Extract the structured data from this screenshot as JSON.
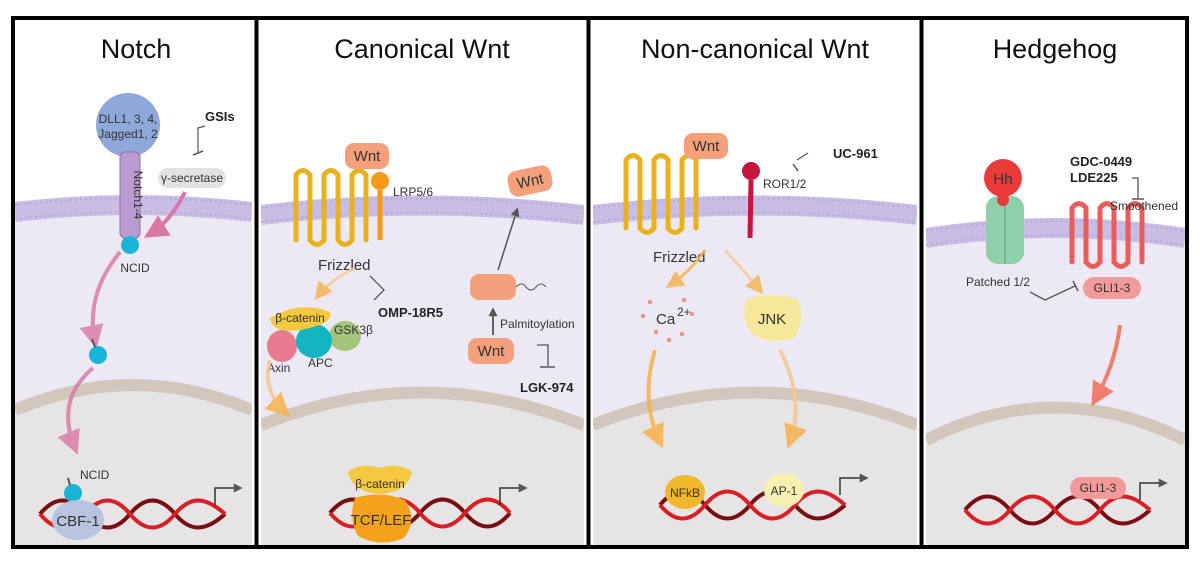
{
  "panels": [
    {
      "title": "Notch"
    },
    {
      "title": "Canonical Wnt"
    },
    {
      "title": "Non-canonical Wnt"
    },
    {
      "title": "Hedgehog"
    }
  ],
  "notch": {
    "ligand_line1": "DLL1, 3, 4,",
    "ligand_line2": "Jagged1, 2",
    "inhibitor": "GSIs",
    "receptor": "Notch1-4",
    "enzyme": "γ-secretase",
    "nicd_membrane": "NCID",
    "nicd_nucleus": "NCID",
    "tf": "CBF-1"
  },
  "canonical_wnt": {
    "wnt_ligand": "Wnt",
    "coreceptor": "LRP5/6",
    "receptor": "Frizzled",
    "inhibitor_receptor": "OMP-18R5",
    "beta_catenin": "β-catenin",
    "gsk3b": "GSK3β",
    "axin": "Axin",
    "apc": "APC",
    "wnt_secreted": "Wnt",
    "wnt_inner": "Wnt",
    "palmitoylation": "Palmitoylation",
    "inhibitor_porcn": "LGK-974",
    "beta_catenin_nucleus": "β-catenin",
    "tf": "TCF/LEF"
  },
  "noncanonical_wnt": {
    "wnt_ligand": "Wnt",
    "receptor": "Frizzled",
    "coreceptor": "ROR1/2",
    "inhibitor": "UC-961",
    "calcium": "Ca",
    "calcium_sup": "2+",
    "jnk": "JNK",
    "nfkb": "NFkB",
    "ap1": "AP-1"
  },
  "hedgehog": {
    "ligand": "Hh",
    "patched": "Patched 1/2",
    "inhibitor1": "GDC-0449",
    "inhibitor2": "LDE225",
    "smoothened": "Smoothened",
    "gli_cytoplasm": "GLI1-3",
    "gli_nucleus": "GLI1-3"
  },
  "colors": {
    "cytoplasm": "#ece9f4",
    "membrane": "#c9bde3",
    "nucleus": "#e6e4e4",
    "nuclear_envelope": "#d3c7bd",
    "dna_dark": "#7a0c12",
    "dna_red": "#d91f26",
    "frizzled": "#f5c842",
    "wnt": "#f4a07a",
    "notch_pink_arrow": "#d977a6",
    "orange_arrow": "#f5b24c",
    "hh": "#ea3b3b",
    "smoothened": "#ea5d5d",
    "patched": "#8fcfaa"
  }
}
